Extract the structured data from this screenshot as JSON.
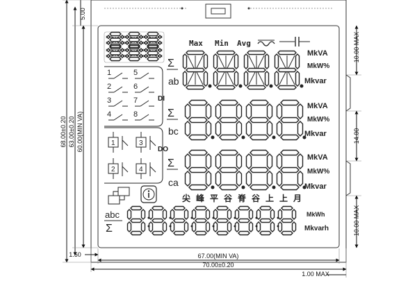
{
  "dimensions": {
    "top_offset": "5.00",
    "outer_height": "68.00±0.20",
    "inner_height": "63.00±0.20",
    "view_height": "60.00(MIN VA)",
    "right_top": "10.00 MAX",
    "right_mid": "14.00",
    "right_bot": "10.00 MAX",
    "left_margin": "1.50",
    "view_width": "67.00(MIN VA)",
    "outer_width": "70.00±0.20",
    "bottom_right": "1.00 MAX"
  },
  "lcd": {
    "stat_labels": [
      "Max",
      "Min",
      "Avg"
    ],
    "sigma": "Σ",
    "phase_labels": [
      "ab",
      "bc",
      "ca",
      "abc"
    ],
    "units_row": [
      "MkVA",
      "MkW%",
      "Mkvar"
    ],
    "energy_units": [
      "MkWh",
      "Mkvarh"
    ],
    "di_label": "DI",
    "do_label": "DO",
    "di_numbers": [
      "1",
      "5",
      "2",
      "6",
      "3",
      "7",
      "4",
      "8"
    ],
    "do_numbers": [
      "1",
      "3",
      "2",
      "4"
    ],
    "info_icon": "info-icon",
    "waveform_icon": "ac-wave-icon",
    "capacitor_icon": "capacitor-icon",
    "tariff_chars": [
      "尖",
      "峰",
      "平",
      "谷",
      "脊",
      "谷",
      "上",
      "上",
      "月"
    ]
  }
}
